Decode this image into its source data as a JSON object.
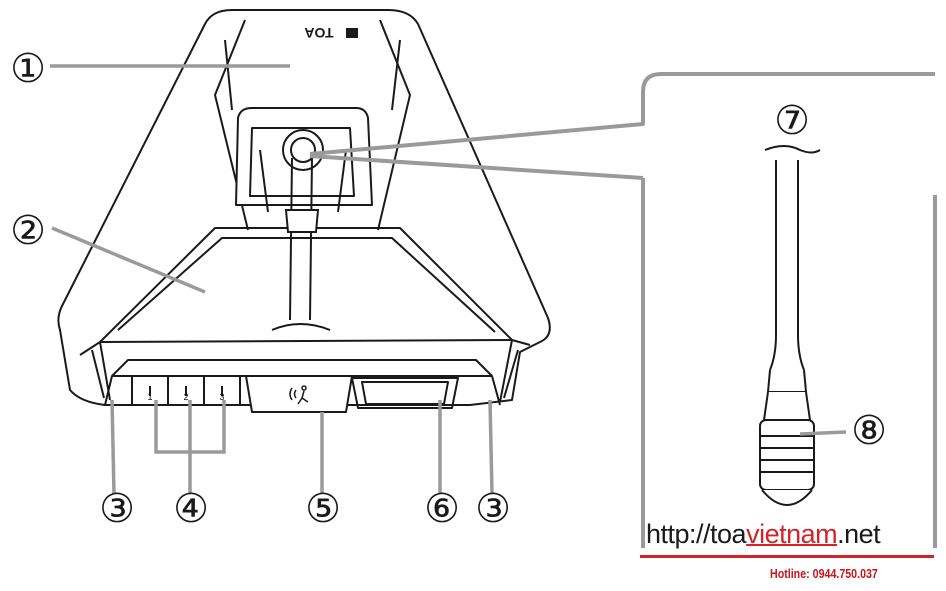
{
  "device_labels": {
    "logo": "TOA",
    "channel_1": "1",
    "channel_2": "2",
    "channel_3": "3"
  },
  "callouts": [
    {
      "id": "1",
      "text": "①"
    },
    {
      "id": "2",
      "text": "②"
    },
    {
      "id": "3a",
      "text": "③"
    },
    {
      "id": "4",
      "text": "④"
    },
    {
      "id": "5",
      "text": "⑤"
    },
    {
      "id": "6",
      "text": "⑥"
    },
    {
      "id": "3b",
      "text": "③"
    },
    {
      "id": "7",
      "text": "⑦"
    },
    {
      "id": "8",
      "text": "⑧"
    }
  ],
  "watermark": {
    "url_prefix": "http://toa",
    "url_highlight": "vietnam",
    "url_suffix": ".net",
    "hotline_label": "Hotline:",
    "hotline_number": "0944.750.037"
  },
  "colors": {
    "line": "#1a1a1a",
    "leader": "#9a9a9a",
    "brand_red": "#d2232a"
  }
}
